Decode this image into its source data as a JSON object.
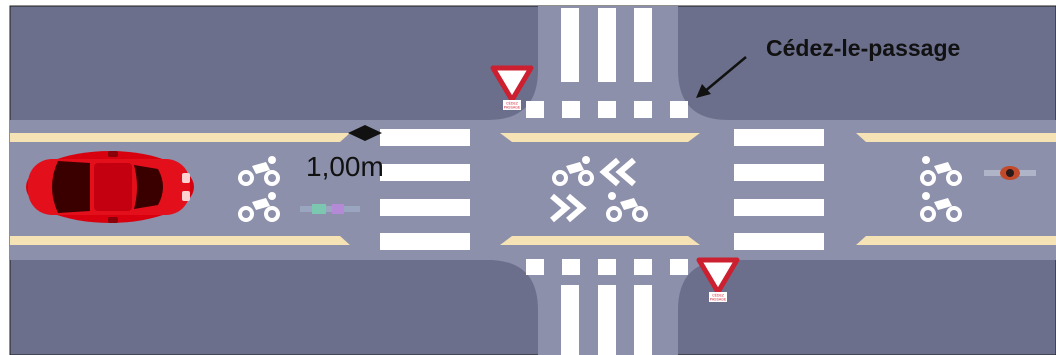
{
  "annotations": {
    "yield_label": "Cédez-le-passage",
    "width_label": "1,00m"
  },
  "yield_sign": {
    "text_top": "CÉDEZ",
    "text_bottom": "PASSAGE"
  },
  "icons": {
    "car": "car-icon",
    "cyclist": "bicycle-rider-icon",
    "chevron": "double-chevron-icon",
    "yield_sign": "yield-sign-icon"
  },
  "colors": {
    "background_ground": "#6b6f8c",
    "road": "#8c90aa",
    "marking_white": "#ffffff",
    "marking_yellow": "#f5e2b5",
    "car_red": "#d8000f",
    "sign_red": "#cc1f2f",
    "text_dark": "#111111"
  }
}
